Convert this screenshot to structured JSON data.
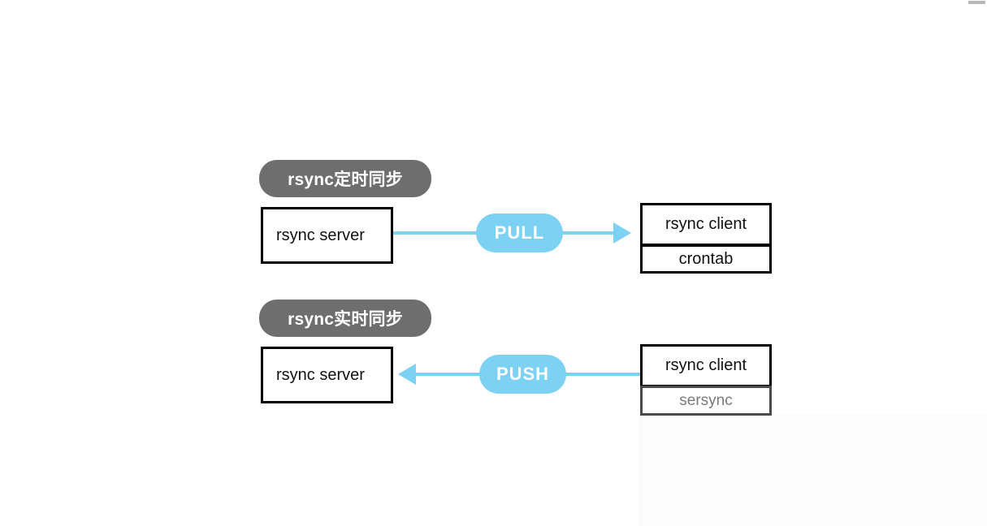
{
  "diagram": {
    "title_row1": "rsync定时同步",
    "title_row2": "rsync实时同步",
    "colors": {
      "accent_blue": "#7dd1f2",
      "label_gray": "#6e6e6e",
      "box_border": "#000000",
      "highlight_border": "#4a4a4a",
      "highlight_text": "#7a7a7a",
      "background": "#ffffff"
    }
  },
  "rows": [
    {
      "label": "rsync定时同步",
      "source": "rsync server",
      "connector": "PULL",
      "direction": "right",
      "target_primary": "rsync client",
      "target_secondary": "crontab"
    },
    {
      "label": "rsync实时同步",
      "source": "rsync server",
      "connector": "PUSH",
      "direction": "left",
      "target_primary": "rsync client",
      "target_secondary": "sersync"
    }
  ]
}
